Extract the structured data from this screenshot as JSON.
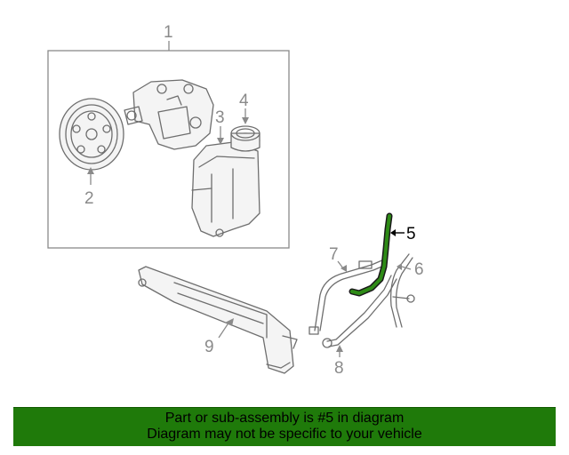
{
  "callouts": {
    "c1": "1",
    "c2": "2",
    "c3": "3",
    "c4": "4",
    "c5": "5",
    "c6": "6",
    "c7": "7",
    "c8": "8",
    "c9": "9"
  },
  "highlight": {
    "part_number": "5",
    "color": "#1f7a0a"
  },
  "banner": {
    "line1": "Part or sub-assembly is #5 in diagram",
    "line2": "Diagram may not be specific to your vehicle",
    "background": "#1f7a0a"
  }
}
